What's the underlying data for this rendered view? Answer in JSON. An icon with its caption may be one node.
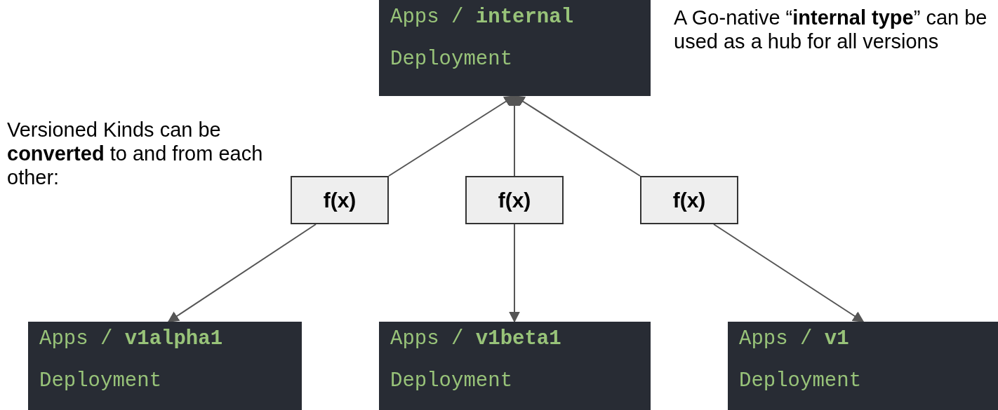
{
  "diagram": {
    "nodes": [
      {
        "text": [
          "Apps / **internal**",
          "Deployment"
        ]
      },
      {
        "text": [
          "f(x)"
        ]
      },
      {
        "text": [
          "f(x)"
        ]
      },
      {
        "text": [
          "f(x)"
        ]
      },
      {
        "text": [
          "Apps / **v1alpha1**",
          "Deployment"
        ]
      },
      {
        "text": [
          "Apps / **v1beta1**",
          "Deployment"
        ]
      },
      {
        "text": [
          "Apps / **v1**",
          "Deployment"
        ]
      }
    ],
    "edges": [
      {
        "from": 1,
        "to": 0,
        "arrow": "to"
      },
      {
        "from": 2,
        "to": 0,
        "arrow": "to"
      },
      {
        "from": 3,
        "to": 0,
        "arrow": "to"
      },
      {
        "from": 1,
        "to": 4,
        "arrow": "to"
      },
      {
        "from": 2,
        "to": 5,
        "arrow": "to"
      },
      {
        "from": 3,
        "to": 6,
        "arrow": "to"
      }
    ],
    "labels": [
      "Versioned Kinds can be **converted** to and from each other:",
      "A Go-native “**internal type**” can be used as a hub for all versions"
    ]
  }
}
